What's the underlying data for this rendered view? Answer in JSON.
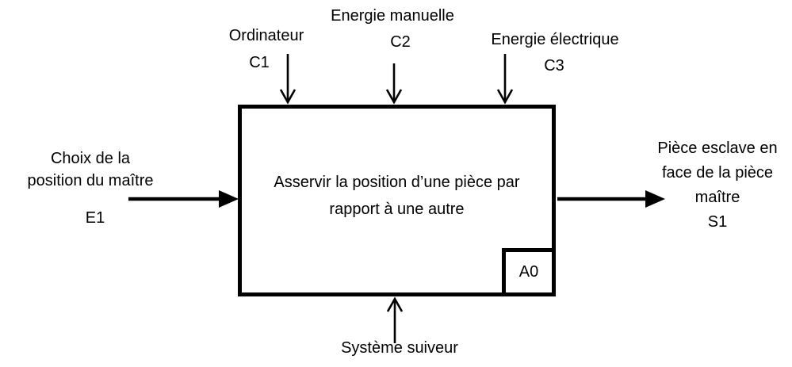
{
  "diagram": {
    "type": "IDEF0 / SADT A-0 actigram",
    "function_box": {
      "line1": "Asservir la position d’une pièce par",
      "line2": "rapport à une autre",
      "node_id": "A0"
    },
    "controls": [
      {
        "label": "Ordinateur",
        "code": "C1"
      },
      {
        "label": "Energie manuelle",
        "code": "C2"
      },
      {
        "label": "Energie électrique",
        "code": "C3"
      }
    ],
    "input": {
      "label_line1": "Choix de la",
      "label_line2": "position du maître",
      "code": "E1"
    },
    "output": {
      "label_line1": "Pièce esclave en",
      "label_line2": "face de la pièce",
      "label_line3": "maître",
      "code": "S1"
    },
    "mechanism": {
      "label": "Système suiveur"
    },
    "colors": {
      "line": "#000000",
      "background": "#ffffff"
    }
  }
}
